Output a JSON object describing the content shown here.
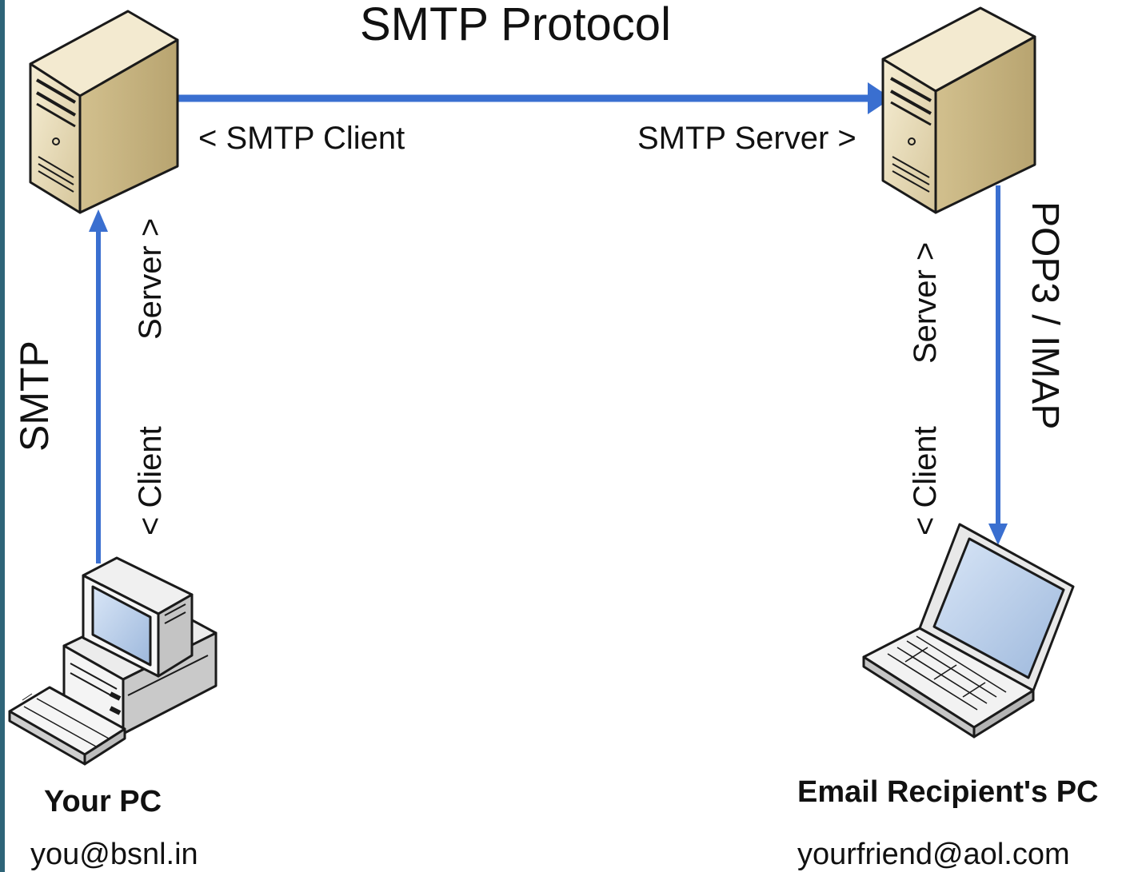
{
  "title": "SMTP Protocol",
  "top_link": {
    "client_label": "< SMTP Client",
    "server_label": "SMTP Server >"
  },
  "left_link": {
    "protocol": "SMTP",
    "server_label": "Server >",
    "client_label": "< Client"
  },
  "right_link": {
    "protocol": "POP3 / IMAP",
    "server_label": "Server >",
    "client_label": "< Client"
  },
  "sender": {
    "name": "Your PC",
    "email": "you@bsnl.in",
    "icon": "desktop-computer-icon"
  },
  "recipient": {
    "name": "Email Recipient's PC",
    "email": "yourfriend@aol.com",
    "icon": "laptop-icon"
  },
  "servers": {
    "icon": "server-tower-icon"
  },
  "colors": {
    "arrow": "#3a6fd0",
    "edge": "#2e6478",
    "server_front": "#e9dcb8",
    "server_side": "#c7b586"
  }
}
